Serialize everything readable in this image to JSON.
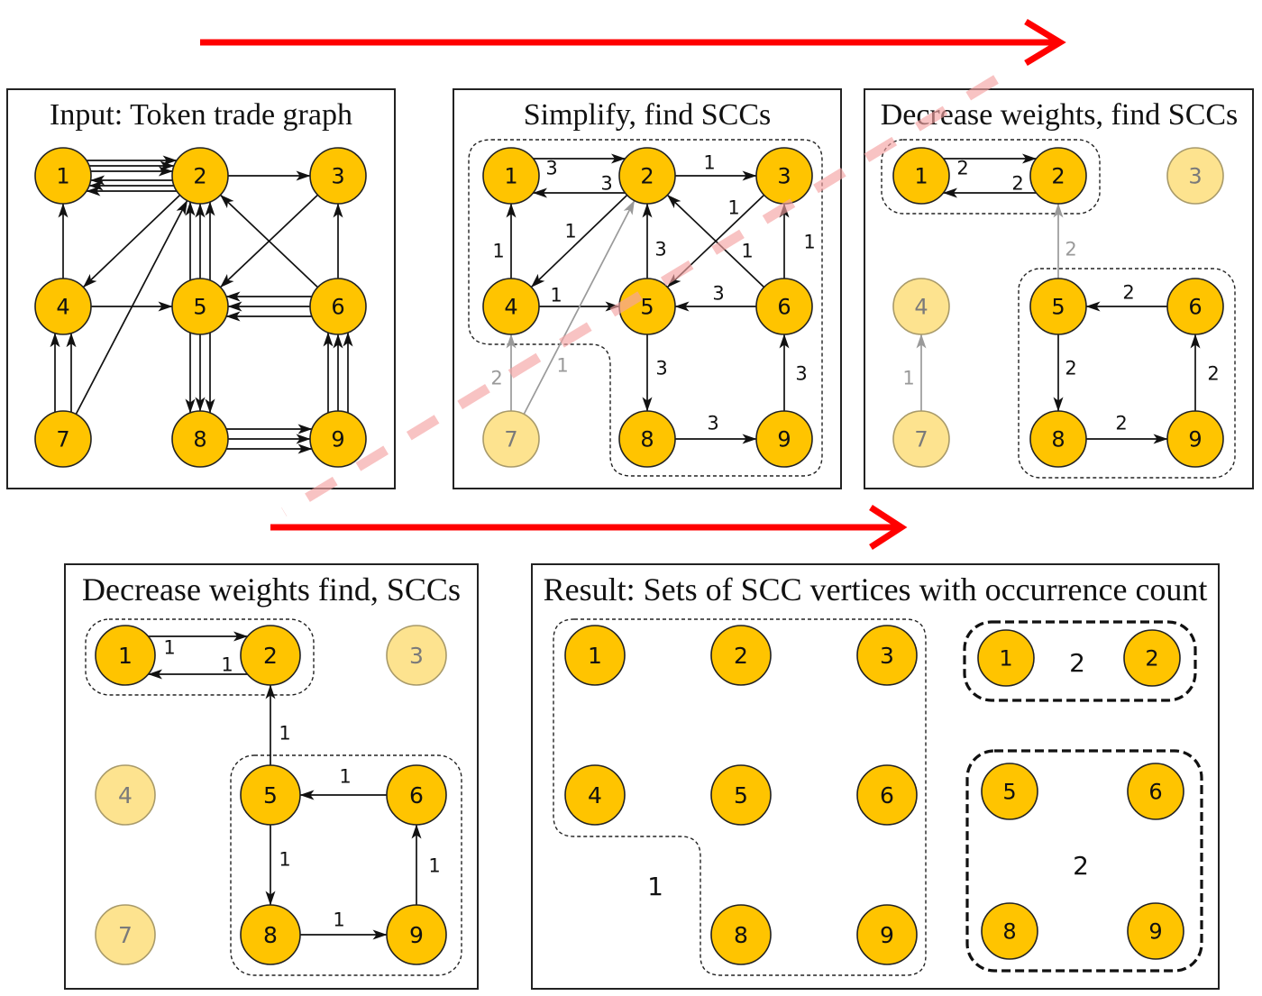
{
  "colors": {
    "node": "#FFC400",
    "node_outline": "#222222",
    "node_faded": "#FDE38F",
    "node_faded_outline": "#A89A6A",
    "node_faded_text": "#7A7A7A",
    "edge": "#111111",
    "edge_muted": "#9A9A9A",
    "flow_arrow": "#FF0000",
    "divider": "#F4A3A3"
  },
  "panels": [
    {
      "title": "Input: Token trade graph",
      "nodes": [
        {
          "label": "1"
        },
        {
          "label": "2"
        },
        {
          "label": "3"
        },
        {
          "label": "4"
        },
        {
          "label": "5"
        },
        {
          "label": "6"
        },
        {
          "label": "7"
        },
        {
          "label": "8"
        },
        {
          "label": "9"
        }
      ],
      "edges": [
        {
          "from": 1,
          "to": 2,
          "count": 3
        },
        {
          "from": 2,
          "to": 1,
          "count": 3
        },
        {
          "from": 2,
          "to": 3,
          "count": 1
        },
        {
          "from": 4,
          "to": 1,
          "count": 1
        },
        {
          "from": 2,
          "to": 4,
          "count": 1
        },
        {
          "from": 4,
          "to": 5,
          "count": 1
        },
        {
          "from": 7,
          "to": 4,
          "count": 2
        },
        {
          "from": 7,
          "to": 2,
          "count": 1
        },
        {
          "from": 5,
          "to": 2,
          "count": 3
        },
        {
          "from": 3,
          "to": 5,
          "count": 1
        },
        {
          "from": 6,
          "to": 2,
          "count": 1
        },
        {
          "from": 6,
          "to": 5,
          "count": 3
        },
        {
          "from": 6,
          "to": 3,
          "count": 1
        },
        {
          "from": 5,
          "to": 8,
          "count": 3
        },
        {
          "from": 8,
          "to": 9,
          "count": 3
        },
        {
          "from": 9,
          "to": 6,
          "count": 3
        }
      ]
    },
    {
      "title": "Simplify, find SCCs",
      "nodes": [
        {
          "label": "1"
        },
        {
          "label": "2"
        },
        {
          "label": "3"
        },
        {
          "label": "4"
        },
        {
          "label": "5"
        },
        {
          "label": "6"
        },
        {
          "label": "7",
          "faded": true
        },
        {
          "label": "8"
        },
        {
          "label": "9"
        }
      ],
      "edges": [
        {
          "from": 1,
          "to": 2,
          "weight": "3"
        },
        {
          "from": 2,
          "to": 1,
          "weight": "3"
        },
        {
          "from": 2,
          "to": 3,
          "weight": "1"
        },
        {
          "from": 4,
          "to": 1,
          "weight": "1"
        },
        {
          "from": 2,
          "to": 4,
          "weight": "1"
        },
        {
          "from": 4,
          "to": 5,
          "weight": "1"
        },
        {
          "from": 7,
          "to": 4,
          "weight": "2",
          "muted": true
        },
        {
          "from": 7,
          "to": 2,
          "weight": "1",
          "muted": true
        },
        {
          "from": 5,
          "to": 2,
          "weight": "3"
        },
        {
          "from": 3,
          "to": 5,
          "weight": "1"
        },
        {
          "from": 6,
          "to": 2,
          "weight": "1"
        },
        {
          "from": 6,
          "to": 5,
          "weight": "3"
        },
        {
          "from": 6,
          "to": 3,
          "weight": "1"
        },
        {
          "from": 5,
          "to": 8,
          "weight": "3"
        },
        {
          "from": 8,
          "to": 9,
          "weight": "3"
        },
        {
          "from": 9,
          "to": 6,
          "weight": "3"
        }
      ],
      "sccs": [
        {
          "members": [
            1,
            2,
            3,
            4,
            5,
            6,
            8,
            9
          ]
        }
      ]
    },
    {
      "title": "Decrease weights, find SCCs",
      "nodes": [
        {
          "label": "1"
        },
        {
          "label": "2"
        },
        {
          "label": "3",
          "faded": true
        },
        {
          "label": "4",
          "faded": true
        },
        {
          "label": "5"
        },
        {
          "label": "6"
        },
        {
          "label": "7",
          "faded": true
        },
        {
          "label": "8"
        },
        {
          "label": "9"
        }
      ],
      "edges": [
        {
          "from": 1,
          "to": 2,
          "weight": "2"
        },
        {
          "from": 2,
          "to": 1,
          "weight": "2"
        },
        {
          "from": 5,
          "to": 2,
          "weight": "2",
          "muted": true
        },
        {
          "from": 6,
          "to": 5,
          "weight": "2"
        },
        {
          "from": 5,
          "to": 8,
          "weight": "2"
        },
        {
          "from": 8,
          "to": 9,
          "weight": "2"
        },
        {
          "from": 9,
          "to": 6,
          "weight": "2"
        },
        {
          "from": 7,
          "to": 4,
          "weight": "1",
          "muted": true
        }
      ],
      "sccs": [
        {
          "members": [
            1,
            2
          ]
        },
        {
          "members": [
            5,
            6,
            8,
            9
          ]
        }
      ]
    },
    {
      "title": "Decrease weights find, SCCs",
      "nodes": [
        {
          "label": "1"
        },
        {
          "label": "2"
        },
        {
          "label": "3",
          "faded": true
        },
        {
          "label": "4",
          "faded": true
        },
        {
          "label": "5"
        },
        {
          "label": "6"
        },
        {
          "label": "7",
          "faded": true
        },
        {
          "label": "8"
        },
        {
          "label": "9"
        }
      ],
      "edges": [
        {
          "from": 1,
          "to": 2,
          "weight": "1"
        },
        {
          "from": 2,
          "to": 1,
          "weight": "1"
        },
        {
          "from": 5,
          "to": 2,
          "weight": "1"
        },
        {
          "from": 6,
          "to": 5,
          "weight": "1"
        },
        {
          "from": 5,
          "to": 8,
          "weight": "1"
        },
        {
          "from": 8,
          "to": 9,
          "weight": "1"
        },
        {
          "from": 9,
          "to": 6,
          "weight": "1"
        }
      ],
      "sccs": [
        {
          "members": [
            1,
            2
          ]
        },
        {
          "members": [
            5,
            6,
            8,
            9
          ]
        }
      ]
    },
    {
      "title": "Result: Sets of SCC vertices with occurrence count",
      "sets": [
        {
          "members": [
            1,
            2,
            3,
            4,
            5,
            6,
            8,
            9
          ],
          "count": "1"
        },
        {
          "members": [
            1,
            2
          ],
          "count": "2"
        },
        {
          "members": [
            5,
            6,
            8,
            9
          ],
          "count": "2"
        }
      ]
    }
  ]
}
